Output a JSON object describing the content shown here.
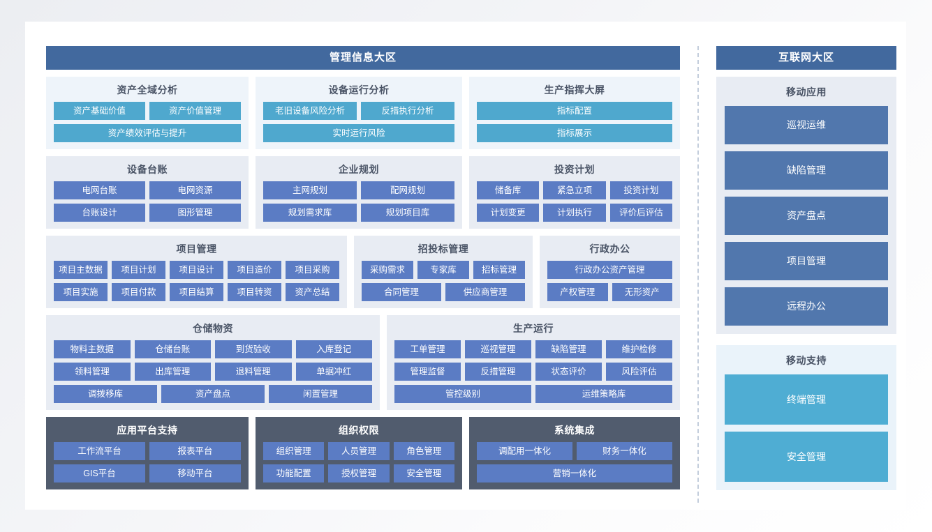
{
  "left_zone": {
    "title": "管理信息大区",
    "row1": [
      {
        "name": "资产全域分析",
        "style": "light",
        "rows": [
          [
            "资产基础价值",
            "资产价值管理"
          ],
          [
            "资产绩效评估与提升"
          ]
        ],
        "tile_style": "cyan"
      },
      {
        "name": "设备运行分析",
        "style": "light",
        "rows": [
          [
            "老旧设备风险分析",
            "反措执行分析"
          ],
          [
            "实时运行风险"
          ]
        ],
        "tile_style": "cyan"
      },
      {
        "name": "生产指挥大屏",
        "style": "light",
        "rows": [
          [
            "指标配置"
          ],
          [
            "指标展示"
          ]
        ],
        "tile_style": "cyan"
      }
    ],
    "row2": [
      {
        "name": "设备台账",
        "style": "plain",
        "rows": [
          [
            "电网台账",
            "电网资源"
          ],
          [
            "台账设计",
            "图形管理"
          ]
        ],
        "tile_style": "steel"
      },
      {
        "name": "企业规划",
        "style": "plain",
        "rows": [
          [
            "主网规划",
            "配网规划"
          ],
          [
            "规划需求库",
            "规划项目库"
          ]
        ],
        "tile_style": "steel"
      },
      {
        "name": "投资计划",
        "style": "plain",
        "rows": [
          [
            "储备库",
            "紧急立项",
            "投资计划"
          ],
          [
            "计划变更",
            "计划执行",
            "评价后评估"
          ]
        ],
        "tile_style": "steel"
      }
    ],
    "row3": [
      {
        "name": "项目管理",
        "style": "plain",
        "rows": [
          [
            "项目主数据",
            "项目计划",
            "项目设计",
            "项目造价",
            "项目采购"
          ],
          [
            "项目实施",
            "项目付款",
            "项目结算",
            "项目转资",
            "资产总结"
          ]
        ],
        "tile_style": "steel"
      },
      {
        "name": "招投标管理",
        "style": "plain",
        "rows": [
          [
            "采购需求",
            "专家库",
            "招标管理"
          ],
          [
            "合同管理",
            "供应商管理"
          ]
        ],
        "tile_style": "steel"
      },
      {
        "name": "行政办公",
        "style": "plain",
        "rows": [
          [
            "行政办公资产管理"
          ],
          [
            "产权管理",
            "无形资产"
          ]
        ],
        "tile_style": "steel"
      }
    ],
    "row4": [
      {
        "name": "仓储物资",
        "style": "plain",
        "rows": [
          [
            "物料主数据",
            "仓储台账",
            "到货验收",
            "入库登记"
          ],
          [
            "领料管理",
            "出库管理",
            "退料管理",
            "单据冲红"
          ],
          [
            "调拨移库",
            "资产盘点",
            "闲置管理"
          ]
        ],
        "tile_style": "steel"
      },
      {
        "name": "生产运行",
        "style": "plain",
        "rows": [
          [
            "工单管理",
            "巡视管理",
            "缺陷管理",
            "维护检修"
          ],
          [
            "管理监督",
            "反措管理",
            "状态评价",
            "风险评估"
          ],
          [
            "管控级别",
            "运维策略库"
          ]
        ],
        "tile_style": "steel"
      }
    ],
    "row5": [
      {
        "name": "应用平台支持",
        "style": "dark",
        "rows": [
          [
            "工作流平台",
            "报表平台"
          ],
          [
            "GIS平台",
            "移动平台"
          ]
        ],
        "tile_style": "steel"
      },
      {
        "name": "组织权限",
        "style": "dark",
        "rows": [
          [
            "组织管理",
            "人员管理",
            "角色管理"
          ],
          [
            "功能配置",
            "授权管理",
            "安全管理"
          ]
        ],
        "tile_style": "steel"
      },
      {
        "name": "系统集成",
        "style": "dark",
        "rows": [
          [
            "调配用一体化",
            "财务一体化"
          ],
          [
            "营销一体化"
          ]
        ],
        "tile_style": "steel"
      }
    ]
  },
  "right_zone": {
    "title": "互联网大区",
    "groups": [
      {
        "name": "移动应用",
        "style": "plain",
        "tile_style": "steel",
        "tiles": [
          "巡视运维",
          "缺陷管理",
          "资产盘点",
          "项目管理",
          "远程办公"
        ]
      },
      {
        "name": "移动支持",
        "style": "cyanbg",
        "tile_style": "cyan",
        "tiles": [
          "终端管理",
          "安全管理"
        ]
      }
    ]
  },
  "colors": {
    "zone_header": "#42699e",
    "tile_steel": "#5b7cc4",
    "tile_cyan": "#4fa8ce",
    "group_bg": "#e8ecf3",
    "group_bg_light": "#eef4fa",
    "group_bg_dark": "#515c6e",
    "right_tile_steel": "#5177ad",
    "right_tile_cyan": "#4fadd3",
    "divider": "#c3cddc",
    "card_bg": "#ffffff"
  }
}
